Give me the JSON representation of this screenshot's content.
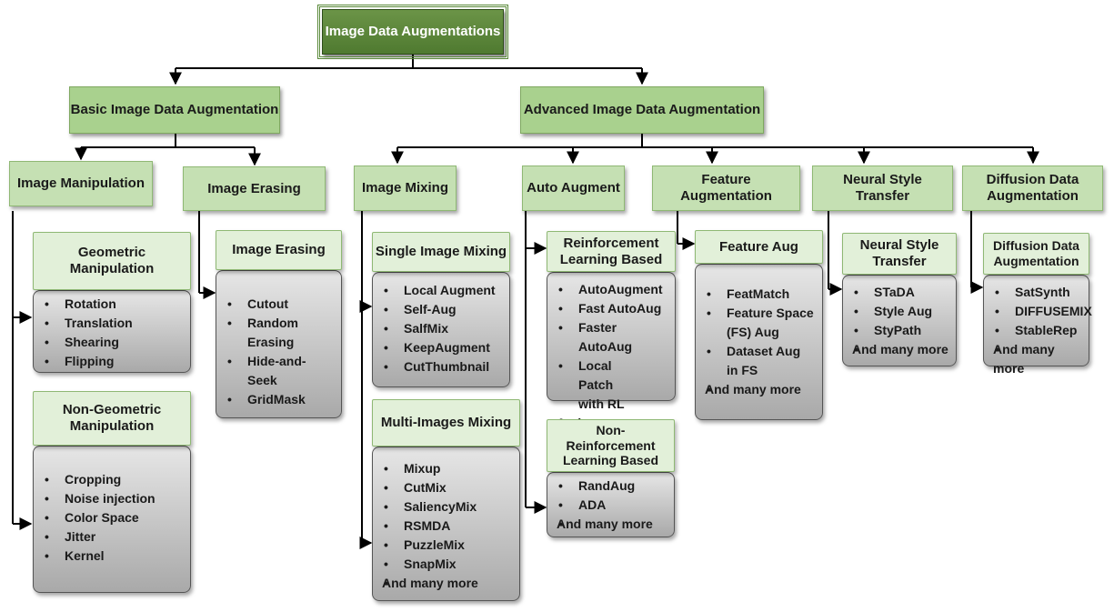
{
  "root": "Image Data Augmentations",
  "basic": {
    "title": "Basic Image Data Augmentation",
    "manipulation": {
      "title": "Image Manipulation",
      "geometric": {
        "title": "Geometric Manipulation",
        "items": [
          "Rotation",
          "Translation",
          "Shearing",
          "Flipping"
        ]
      },
      "non_geometric": {
        "title": "Non-Geometric Manipulation",
        "items": [
          "Cropping",
          "Noise injection",
          "Color Space",
          "Jitter",
          "Kernel"
        ]
      }
    },
    "erasing": {
      "title": "Image Erasing",
      "sub": {
        "title": "Image Erasing",
        "items": [
          "Cutout",
          "Random Erasing",
          "Hide-and-Seek",
          "GridMask"
        ]
      }
    }
  },
  "advanced": {
    "title": "Advanced Image Data Augmentation",
    "mixing": {
      "title": "Image Mixing",
      "single": {
        "title": "Single Image Mixing",
        "items": [
          "Local Augment",
          "Self-Aug",
          "SalfMix",
          "KeepAugment",
          "CutThumbnail"
        ]
      },
      "multi": {
        "title": "Multi-Images Mixing",
        "items": [
          "Mixup",
          "CutMix",
          "SaliencyMix",
          "RSMDA",
          "PuzzleMix",
          "SnapMix"
        ],
        "more": "And many more"
      }
    },
    "auto": {
      "title": "Auto Augment",
      "rl": {
        "title": "Reinforcement Learning Based",
        "items": [
          "AutoAugment",
          "Fast AutoAug",
          "Faster AutoAug",
          "Local Patch with RL"
        ],
        "more": "And many more"
      },
      "non_rl": {
        "title": "Non-Reinforcement Learning Based",
        "items": [
          "RandAug",
          "ADA"
        ],
        "more": "And many more"
      }
    },
    "feature": {
      "title": "Feature Augmentation",
      "sub": {
        "title": "Feature Aug",
        "items": [
          "FeatMatch",
          "Feature Space (FS) Aug",
          "Dataset Aug in FS"
        ],
        "more": "And many more"
      }
    },
    "style": {
      "title": "Neural Style Transfer",
      "sub": {
        "title": "Neural Style Transfer",
        "items": [
          "STaDA",
          "Style Aug",
          "StyPath"
        ],
        "more": "And many more"
      }
    },
    "diffusion": {
      "title": "Diffusion Data Augmentation",
      "sub": {
        "title": "Diffusion Data Augmentation",
        "items": [
          "SatSynth",
          "DIFFUSEMIX",
          "StableRep"
        ],
        "more": "And many more"
      }
    }
  }
}
